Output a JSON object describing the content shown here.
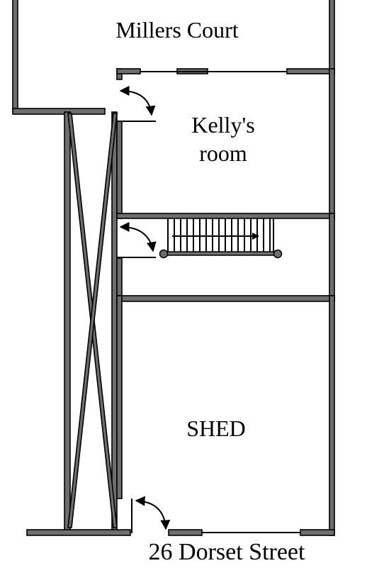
{
  "labels": {
    "millers_court": "Millers Court",
    "kellys_room_line1": "Kelly's",
    "kellys_room_line2": "room",
    "shed": "SHED",
    "street": "26 Dorset Street"
  },
  "colors": {
    "wall_fill": "#6e6e6e",
    "wall_outline": "#000000",
    "background": "#ffffff"
  },
  "icons": {
    "door_swing": "curved-arrow",
    "stair_direction": "straight-arrow"
  }
}
